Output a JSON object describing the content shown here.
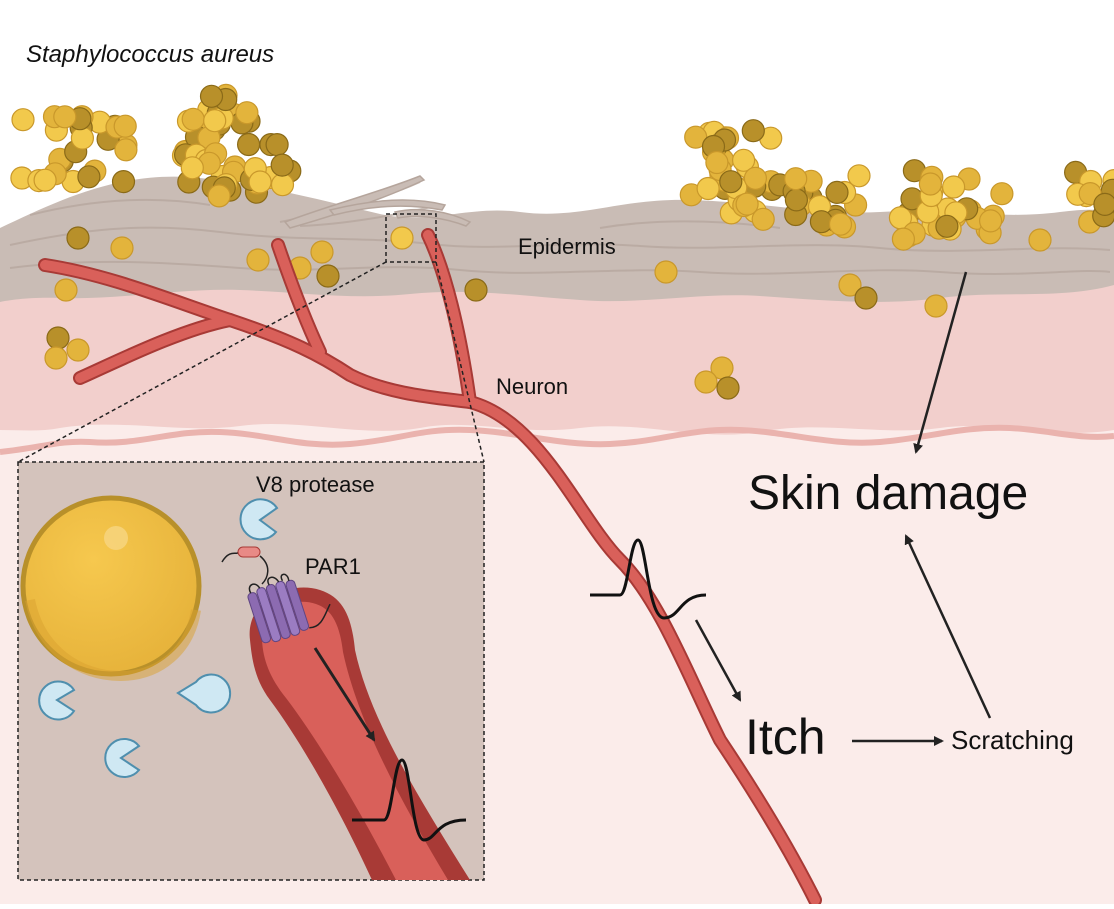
{
  "labels": {
    "bacterium": "Staphylococcus aureus",
    "epidermis": "Epidermis",
    "neuron": "Neuron",
    "protease": "V8 protease",
    "receptor": "PAR1",
    "skin_damage": "Skin damage",
    "itch": "Itch",
    "scratching": "Scratching"
  },
  "colors": {
    "epidermis": "#c9bcb5",
    "dermis": "#f2cfcc",
    "hypodermis": "#fbecea",
    "neuron": "#d9605a",
    "neuron_outline": "#a83a36",
    "bacteria": "#e3b43c",
    "bacteria_dark": "#b8902a",
    "protease": "#cfe8f3",
    "receptor": "#8c6bb1",
    "inset_bg": "#d4c3bc"
  }
}
